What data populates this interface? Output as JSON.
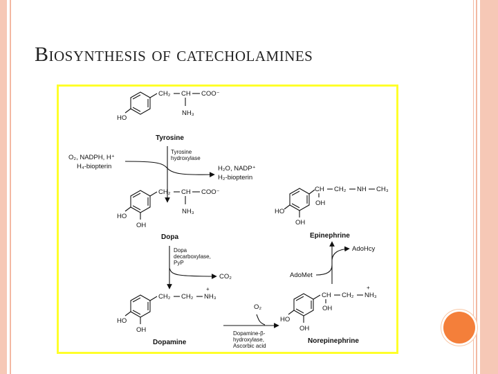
{
  "slide": {
    "title": "Biosynthesis of catecholamines",
    "colors": {
      "stripe": "#f6c8b6",
      "highlight_border": "#ffff2a",
      "bullet_dot": "#f47f3a"
    }
  },
  "diagram": {
    "compounds": {
      "tyrosine": {
        "name": "Tyrosine",
        "ho": "HO",
        "ch2": "CH₂",
        "ch": "CH",
        "coo": "COO⁻",
        "nh3": "NH₃"
      },
      "dopa": {
        "name": "Dopa",
        "ho": "HO",
        "oh": "OH",
        "ch2": "CH₂",
        "ch": "CH",
        "coo": "COO⁻",
        "nh3": "NH₃"
      },
      "dopamine": {
        "name": "Dopamine",
        "ho": "HO",
        "oh": "OH",
        "ch2a": "CH₂",
        "ch2b": "CH₂",
        "nh3": "NH₃",
        "plus": "+"
      },
      "norepinephrine": {
        "name": "Norepinephrine",
        "ho": "HO",
        "oh": "OH",
        "ch": "CH",
        "ch2": "CH₂",
        "nh3": "NH₃",
        "plus": "+",
        "side_oh": "OH"
      },
      "epinephrine": {
        "name": "Epinephrine",
        "ho": "HO",
        "oh": "OH",
        "ch": "CH",
        "ch2": "CH₂",
        "nh": "NH",
        "ch3": "CH₃",
        "side_oh": "OH"
      }
    },
    "steps": {
      "step1": {
        "enzyme_line1": "Tyrosine",
        "enzyme_line2": "hydroxylase",
        "in_line1": "O₂, NADPH, H⁺",
        "in_line2": "H₄-biopterin",
        "out_line1": "H₂O, NADP⁺",
        "out_line2": "H₂-biopterin"
      },
      "step2": {
        "enzyme_line1": "Dopa",
        "enzyme_line2": "decarboxylase,",
        "enzyme_line3": "PyP",
        "out": "CO₂"
      },
      "step3": {
        "enzyme_line1": "Dopamine-β-",
        "enzyme_line2": "hydroxylase,",
        "enzyme_line3": "Ascorbic acid",
        "in": "O₂"
      },
      "step4": {
        "in": "AdoMet",
        "out": "AdoHcy"
      }
    }
  }
}
